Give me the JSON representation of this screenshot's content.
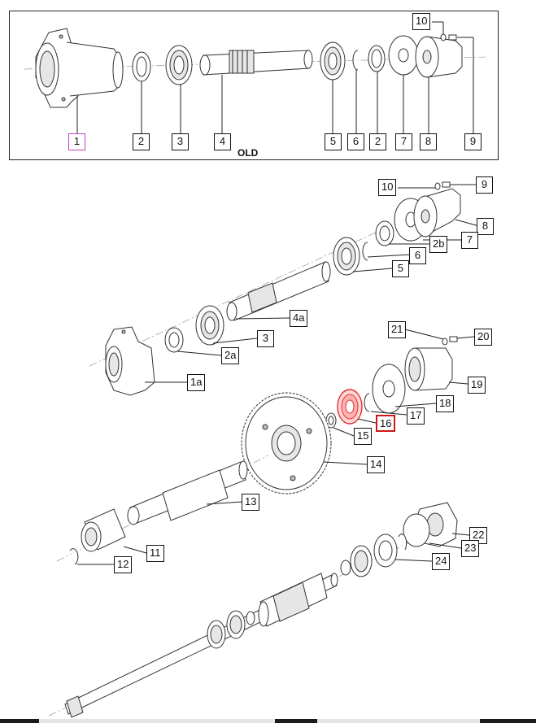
{
  "diagram": {
    "section_label": "OLD",
    "old_callouts": [
      "1",
      "2",
      "3",
      "4",
      "5",
      "6",
      "2",
      "7",
      "8",
      "9",
      "10"
    ],
    "new_callouts": [
      "10",
      "9",
      "8",
      "7",
      "2b",
      "6",
      "5",
      "4a",
      "3",
      "2a",
      "1a",
      "21",
      "20",
      "19",
      "18",
      "17",
      "16",
      "15",
      "14",
      "13",
      "11",
      "12",
      "22",
      "23",
      "24"
    ],
    "highlight_callout": "16",
    "colors": {
      "line": "#222222",
      "highlight": "#d01818",
      "old_label_box": "#c040c0",
      "highlight_part": "#e03030"
    }
  }
}
